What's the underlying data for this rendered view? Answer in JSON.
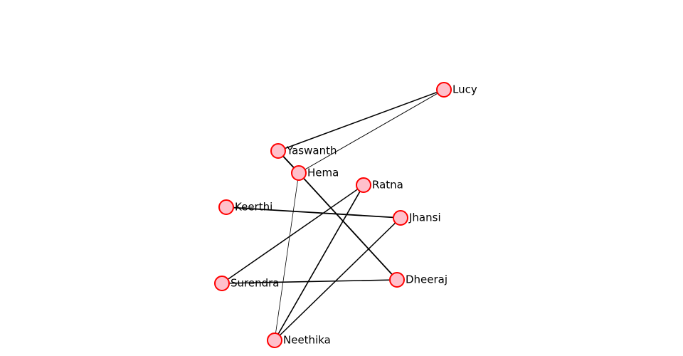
{
  "graph": {
    "node_fill": "#ffc0cb",
    "node_stroke": "#ff0000",
    "edge_color": "#000000",
    "nodes": [
      {
        "id": "lucy",
        "label": "Lucy"
      },
      {
        "id": "yaswanth",
        "label": "Yaswanth"
      },
      {
        "id": "hema",
        "label": "Hema"
      },
      {
        "id": "ratna",
        "label": "Ratna"
      },
      {
        "id": "keerthi",
        "label": "Keerthi"
      },
      {
        "id": "jhansi",
        "label": "Jhansi"
      },
      {
        "id": "surendra",
        "label": "Surendra"
      },
      {
        "id": "dheeraj",
        "label": "Dheeraj"
      },
      {
        "id": "neethika",
        "label": "Neethika"
      }
    ],
    "edges": [
      {
        "source": "yaswanth",
        "target": "lucy"
      },
      {
        "source": "hema",
        "target": "lucy"
      },
      {
        "source": "yaswanth",
        "target": "hema"
      },
      {
        "source": "hema",
        "target": "dheeraj"
      },
      {
        "source": "hema",
        "target": "neethika"
      },
      {
        "source": "ratna",
        "target": "surendra"
      },
      {
        "source": "ratna",
        "target": "neethika"
      },
      {
        "source": "keerthi",
        "target": "jhansi"
      },
      {
        "source": "jhansi",
        "target": "neethika"
      },
      {
        "source": "surendra",
        "target": "dheeraj"
      }
    ]
  }
}
